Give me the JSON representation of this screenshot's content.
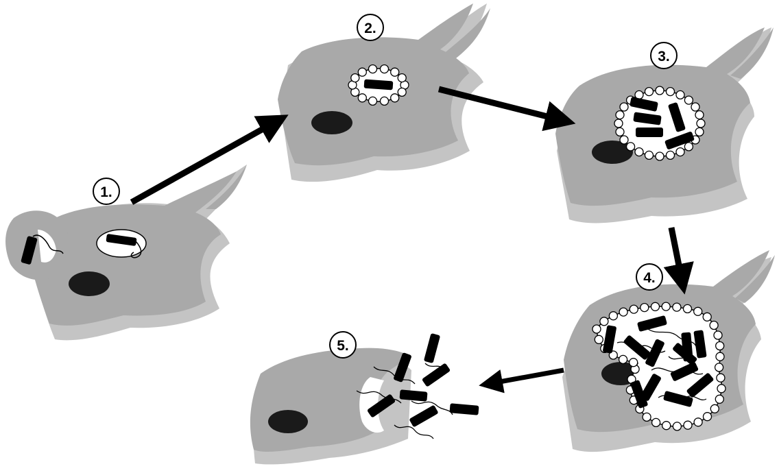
{
  "diagram": {
    "colors": {
      "cell_fill": "#a9a9a9",
      "cell_shadow": "#c4c4c4",
      "nucleus": "#1a1a1a",
      "bacterium": "#000000",
      "vacuole": "#ffffff",
      "arrow": "#000000"
    },
    "steps": [
      {
        "id": "step1",
        "label": "1."
      },
      {
        "id": "step2",
        "label": "2."
      },
      {
        "id": "step3",
        "label": "3."
      },
      {
        "id": "step4",
        "label": "4."
      },
      {
        "id": "step5",
        "label": "5."
      }
    ],
    "bacteria_per_step": {
      "step1": 2,
      "step2": 1,
      "step3": 5,
      "step4": 12,
      "step5": 7
    }
  }
}
